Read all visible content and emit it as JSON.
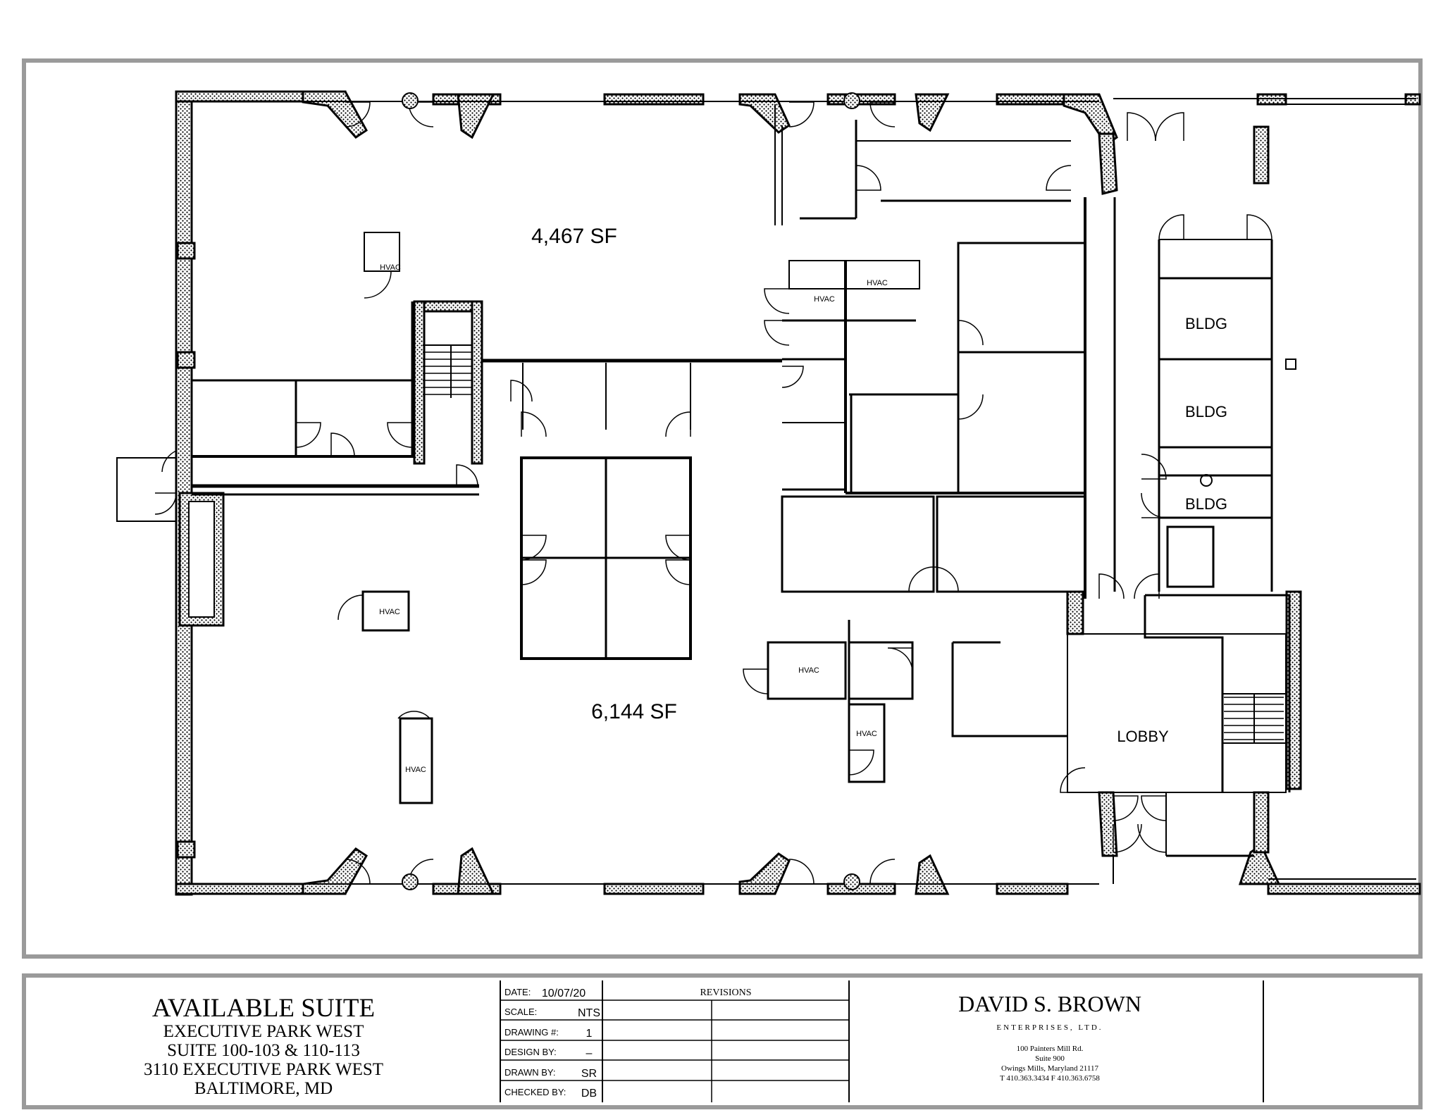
{
  "plan": {
    "areas": [
      {
        "label": "4,467  SF"
      },
      {
        "label": "6,144  SF"
      }
    ],
    "rooms": {
      "hvac": "HVAC",
      "bldg": "BLDG",
      "lobby": "LOBBY"
    }
  },
  "title_block": {
    "title": "AVAILABLE SUITE",
    "lines": [
      "EXECUTIVE PARK WEST",
      "SUITE 100-103 & 110-113",
      "3110 EXECUTIVE PARK WEST",
      "BALTIMORE, MD"
    ],
    "fields": [
      {
        "label": "DATE:",
        "value": "10/07/20"
      },
      {
        "label": "SCALE:",
        "value": "NTS"
      },
      {
        "label": "DRAWING #:",
        "value": "1"
      },
      {
        "label": "DESIGN BY:",
        "value": "–"
      },
      {
        "label": "DRAWN BY:",
        "value": "SR"
      },
      {
        "label": "CHECKED BY:",
        "value": "DB"
      }
    ],
    "revisions_header": "REVISIONS",
    "company": {
      "name": "DAVID S. BROWN",
      "subtitle": "ENTERPRISES, LTD.",
      "address_lines": [
        "100 Painters Mill Rd.",
        "Suite 900",
        "Owings Mills, Maryland 21117",
        "T 410.363.3434 F 410.363.6758"
      ]
    }
  }
}
